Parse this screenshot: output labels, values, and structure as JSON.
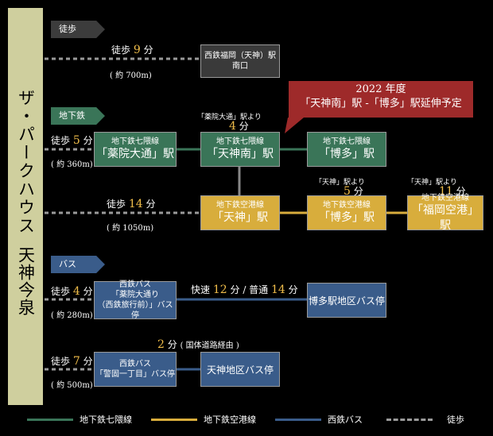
{
  "property": {
    "name": "ザ・パークハウス",
    "location": "天神今泉"
  },
  "sections": {
    "walk": {
      "tag": "徒歩",
      "time_prefix": "徒歩",
      "minutes": "9",
      "unit": "分",
      "distance": "( 約 700m)",
      "dest_line1": "西鉄福岡（天神）駅",
      "dest_line2": "南口"
    },
    "subway": {
      "tag": "地下鉄",
      "callout_line1": "2022 年度",
      "callout_line2": "「天神南」駅 -「博多」駅延伸予定",
      "row1": {
        "walk_prefix": "徒歩",
        "walk_minutes": "5",
        "walk_unit": "分",
        "distance": "( 約 360m)",
        "station1_line": "地下鉄七隈線",
        "station1_name": "「薬院大通」駅",
        "station2_line": "地下鉄七隈線",
        "station2_name": "「天神南」駅",
        "station3_line": "地下鉄七隈線",
        "station3_name": "「博多」駅",
        "ride_note": "「薬院大通」駅より",
        "ride_minutes": "4",
        "ride_unit": "分"
      },
      "row2": {
        "walk_prefix": "徒歩",
        "walk_minutes": "14",
        "walk_unit": "分",
        "distance": "( 約 1050m)",
        "station1_line": "地下鉄空港線",
        "station1_name": "「天神」駅",
        "station2_line": "地下鉄空港線",
        "station2_name": "「博多」駅",
        "station3_line": "地下鉄空港線",
        "station3_name": "「福岡空港」駅",
        "ride1_note": "「天神」駅より",
        "ride1_minutes": "5",
        "ride1_unit": "分",
        "ride2_note": "「天神」駅より",
        "ride2_minutes": "11",
        "ride2_unit": "分"
      }
    },
    "bus": {
      "tag": "バス",
      "row1": {
        "walk_prefix": "徒歩",
        "walk_minutes": "4",
        "walk_unit": "分",
        "distance": "( 約 280m)",
        "stop_line1": "西鉄バス",
        "stop_line2": "「薬院大通り",
        "stop_line3": "（西鉄旅行前）」バス停",
        "ride_prefix": "快速",
        "ride_minutes1": "12",
        "ride_mid": "分 / 普通",
        "ride_minutes2": "14",
        "ride_unit": "分",
        "dest": "博多駅地区バス停"
      },
      "row2": {
        "walk_prefix": "徒歩",
        "walk_minutes": "7",
        "walk_unit": "分",
        "distance": "( 約 500m)",
        "stop_line1": "西鉄バス",
        "stop_line2": "「警固一丁目」バス停",
        "ride_minutes": "2",
        "ride_unit": "分",
        "ride_note": "( 国体道路経由 )",
        "dest": "天神地区バス停"
      }
    }
  },
  "legend": [
    {
      "label": "地下鉄七隈線",
      "color": "#3a7558",
      "style": "solid"
    },
    {
      "label": "地下鉄空港線",
      "color": "#d8ad3c",
      "style": "solid"
    },
    {
      "label": "西鉄バス",
      "color": "#3a5c8a",
      "style": "solid"
    },
    {
      "label": "徒歩",
      "color": "#9a9a9a",
      "style": "dashed"
    }
  ]
}
